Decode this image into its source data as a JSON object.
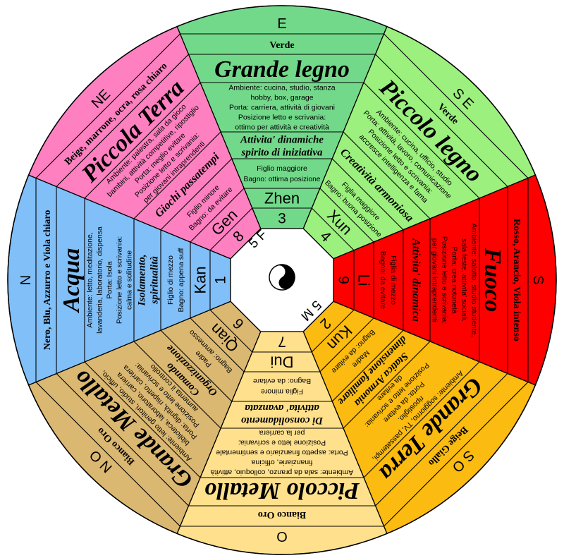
{
  "center": {
    "label_f": "5 F",
    "label_m": "5 M",
    "icon": "yin-yang-icon"
  },
  "sectors": [
    {
      "id": "e",
      "angle": 0,
      "fill": "#72d98a",
      "direction": "E",
      "colors": "Verde",
      "element": "Grande legno",
      "ambiente": [
        "Ambiente: cucina, studio, stanza",
        "hobby, box, garage",
        "Porta: carriera, attività di giovani",
        "Posizione letto e scrivania:",
        "ottimo per attività e creatività"
      ],
      "quality": [
        "Attivita' dinamiche",
        "spirito di iniziativa"
      ],
      "family": [
        "Figlio maggiore",
        "Bagno: ottima posizione"
      ],
      "trigram": "Zhen",
      "number": "3"
    },
    {
      "id": "se",
      "angle": 45,
      "fill": "#9cf07e",
      "direction": "S E",
      "colors": "Verde",
      "element": "Piccolo legno",
      "ambiente": [
        "Ambiente: cucina, ufficio, studio",
        "Porta: attività, lavoro, comunicazione",
        "Posizione letto e scrivania:",
        "accresce intelligenza e fama"
      ],
      "quality": [
        "Creatività armoniosa"
      ],
      "family": [
        "Figlia maggiore",
        "Bagno: buona posizione"
      ],
      "trigram": "Xun",
      "number": "4"
    },
    {
      "id": "s",
      "angle": 90,
      "fill": "#ff0000",
      "direction": "S",
      "colors": "Rosso, Arancio, Viola intenso",
      "element": "Fuoco",
      "ambiente": [
        "Ambiente: salotto, studio studente,",
        "sala feste, attivita' sociali.",
        "Porta: crea notorietà",
        "Posizione letto e scrivania:",
        "per giovani intraprendenti"
      ],
      "quality": [
        "Attivita' dinamica"
      ],
      "family": [
        "Figlia di mezzo",
        "Bagno: da evitare"
      ],
      "trigram": "Li",
      "number": "9"
    },
    {
      "id": "so",
      "angle": 135,
      "fill": "#fbbb10",
      "direction": "S O",
      "colors": "Beige Giallo",
      "element": "Grande Terra",
      "ambiente": [
        "Ambiente: soggiorno, TV, passatempi,",
        "ripostiglio.",
        "Porta: da evitare",
        "Posizione letto e scrivania:",
        "da evitare"
      ],
      "quality": [
        "Statica Armonia",
        "dimensione familiare"
      ],
      "family": [
        "Madre",
        "Bagno: da evitare"
      ],
      "trigram": "Kun",
      "number": "2"
    },
    {
      "id": "o",
      "angle": 180,
      "fill": "#ffe08c",
      "direction": "O",
      "colors": "Bianco Oro",
      "element": "Piccolo Metallo",
      "ambiente": [
        "Ambiente: sala da pranzo, colloquio, attività",
        "finanziarie, officina",
        "Porta: aspetto finanziario e sentimentale",
        "Posizione letto e scrivania:",
        "per la carriera"
      ],
      "quality": [
        "Di consolidamento",
        "attivita' avanzata"
      ],
      "family": [
        "Figlia minore",
        "Bagno: da evitare"
      ],
      "trigram": "Dui",
      "number": "7"
    },
    {
      "id": "no",
      "angle": 225,
      "fill": "#dbb871",
      "direction": "N O",
      "colors": "Bianco Oro",
      "element": "Grande Metallo",
      "ambiente": [
        "Ambiente: letto genitori, studio, ufficio,",
        "biblioteca, laboratorio, carriera",
        "Porta: dignità, rispetto, carriera",
        "Posizione letto e scrivania:",
        "aumenta il controllo"
      ],
      "quality": [
        "Comando",
        "Organizzazione"
      ],
      "family": [
        "Padre",
        "Bagno: ammesso"
      ],
      "trigram": "Qian",
      "number": "6"
    },
    {
      "id": "n",
      "angle": 270,
      "fill": "#80bff8",
      "direction": "N",
      "colors": "Nero, Blu, Azzurro e Viola chiaro",
      "element": "Acqua",
      "ambiente": [
        "Ambiente: letto, meditazione,",
        "lavanderia, laboratorio, dispensa",
        "Porta: Isola",
        "Posizione letto e scrivania:",
        "calma  e solitudine"
      ],
      "quality": [
        "Isolamento,",
        "spiritualità"
      ],
      "family": [
        "Figlio di mezzo",
        "Bagno: appena suff"
      ],
      "trigram": "Kan",
      "number": "1"
    },
    {
      "id": "ne",
      "angle": 315,
      "fill": "#ff80c0",
      "direction": "NE",
      "colors": "Beige, marrone, ocra, rosa chiaro",
      "element": "Piccola Terra",
      "ambiente": [
        "Ambiente: palestra, sala da gioco",
        "bambini, attività competitive, ripostiglio",
        "Porta: meglio evitare",
        "Posizione letto e scrivania:",
        "per giovani intraprendenti"
      ],
      "quality": [
        "Giochi passatempi"
      ],
      "family": [
        "Figlio minore",
        "Bagno: da evitare"
      ],
      "trigram": "Gen",
      "number": "8"
    }
  ]
}
